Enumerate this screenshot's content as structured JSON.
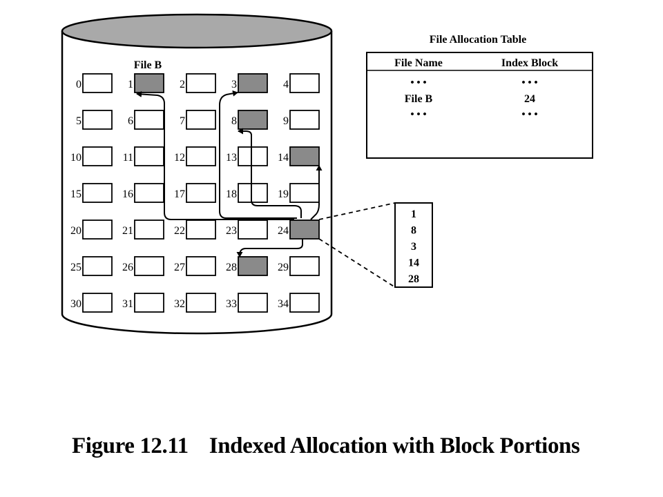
{
  "disk": {
    "file_label": "File B",
    "blocks": [
      {
        "n": "0",
        "used": false
      },
      {
        "n": "1",
        "used": true
      },
      {
        "n": "2",
        "used": false
      },
      {
        "n": "3",
        "used": true
      },
      {
        "n": "4",
        "used": false
      },
      {
        "n": "5",
        "used": false
      },
      {
        "n": "6",
        "used": false
      },
      {
        "n": "7",
        "used": false
      },
      {
        "n": "8",
        "used": true
      },
      {
        "n": "9",
        "used": false
      },
      {
        "n": "10",
        "used": false
      },
      {
        "n": "11",
        "used": false
      },
      {
        "n": "12",
        "used": false
      },
      {
        "n": "13",
        "used": false
      },
      {
        "n": "14",
        "used": true
      },
      {
        "n": "15",
        "used": false
      },
      {
        "n": "16",
        "used": false
      },
      {
        "n": "17",
        "used": false
      },
      {
        "n": "18",
        "used": false
      },
      {
        "n": "19",
        "used": false
      },
      {
        "n": "20",
        "used": false
      },
      {
        "n": "21",
        "used": false
      },
      {
        "n": "22",
        "used": false
      },
      {
        "n": "23",
        "used": false
      },
      {
        "n": "24",
        "used": true
      },
      {
        "n": "25",
        "used": false
      },
      {
        "n": "26",
        "used": false
      },
      {
        "n": "27",
        "used": false
      },
      {
        "n": "28",
        "used": true
      },
      {
        "n": "29",
        "used": false
      },
      {
        "n": "30",
        "used": false
      },
      {
        "n": "31",
        "used": false
      },
      {
        "n": "32",
        "used": false
      },
      {
        "n": "33",
        "used": false
      },
      {
        "n": "34",
        "used": false
      }
    ],
    "index_block": "24",
    "pointers": [
      "1",
      "8",
      "3",
      "14",
      "28"
    ]
  },
  "fat": {
    "title": "File Allocation Table",
    "headers": [
      "File Name",
      "Index Block"
    ],
    "rows": [
      [
        "• • •",
        "• • •"
      ],
      [
        "File B",
        "24"
      ],
      [
        "• • •",
        "• • •"
      ]
    ]
  },
  "index_list": [
    "1",
    "8",
    "3",
    "14",
    "28"
  ],
  "figure": {
    "number": "Figure 12.11",
    "caption": "Indexed Allocation with Block Portions"
  },
  "colors": {
    "used_block": "#8a8a8a",
    "disk_top": "#a9a9a9",
    "line": "#000000"
  }
}
